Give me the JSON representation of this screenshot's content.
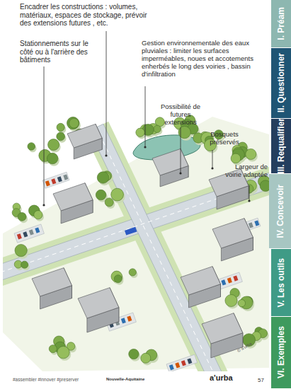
{
  "diagram": {
    "nodes": [
      {
        "text": [
          "I. Préam"
        ]
      },
      {
        "text": [
          "II. Questionner"
        ]
      },
      {
        "text": [
          "III. Requalifier"
        ]
      },
      {
        "text": [
          "IV. Concevoir"
        ]
      },
      {
        "text": [
          "V. Les outils"
        ]
      },
      {
        "text": [
          "VI. Exemples"
        ]
      }
    ],
    "labels": [
      "Encadrer les constructions : volumes, matériaux, espaces de stockage, prévoir des extensions futures , etc.",
      "Stationnements sur le côté ou à l'arrière des bâtiments",
      "Gestion environnementale des eaux pluviales : limiter les surfaces imperméables, noues et accotements enherbés le long des voiries , bassin d'infiltration",
      "Possibilité de futures extensions",
      "Bosquets préservés",
      "Largeur de voirie adaptée",
      "© a'urba",
      "#assembler #innover #preserver",
      "Nouvelle-Aquitaine",
      "a'urba",
      "57"
    ]
  }
}
